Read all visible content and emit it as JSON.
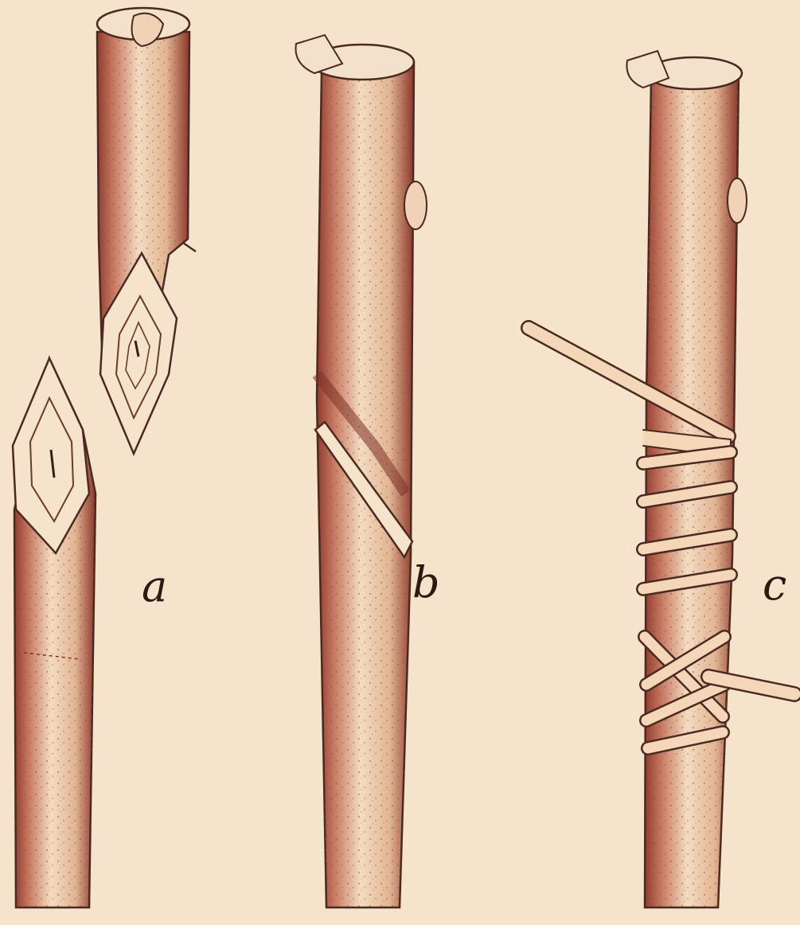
{
  "figure": {
    "labels": {
      "a": "a",
      "b": "b",
      "c": "c"
    }
  },
  "colors": {
    "background": "#f6e3cc",
    "bark_light": "#f2d9bd",
    "bark_shade": "#a8493a",
    "bark_dark": "#7e2f26",
    "outline": "#4a2a20",
    "tie": "#f4d6b8"
  }
}
